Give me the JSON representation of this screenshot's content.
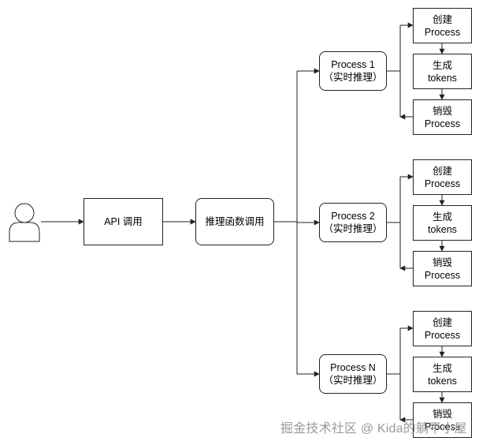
{
  "user": {
    "icon": "user-icon"
  },
  "api_call": {
    "label": "API 调用"
  },
  "infer_call": {
    "label": "推理函数调用"
  },
  "processes": [
    {
      "name": "Process 1",
      "subtitle": "（实时推理）",
      "steps": [
        {
          "line1": "创建",
          "line2": "Process"
        },
        {
          "line1": "生成",
          "line2": "tokens"
        },
        {
          "line1": "销毁",
          "line2": "Process"
        }
      ]
    },
    {
      "name": "Process 2",
      "subtitle": "（实时推理）",
      "steps": [
        {
          "line1": "创建",
          "line2": "Process"
        },
        {
          "line1": "生成",
          "line2": "tokens"
        },
        {
          "line1": "销毁",
          "line2": "Process"
        }
      ]
    },
    {
      "name": "Process N",
      "subtitle": "（实时推理）",
      "steps": [
        {
          "line1": "创建",
          "line2": "Process"
        },
        {
          "line1": "生成",
          "line2": "tokens"
        },
        {
          "line1": "销毁",
          "line2": "Process"
        }
      ]
    }
  ],
  "watermark": "掘金技术社区 @ Kida的躺平小屋"
}
